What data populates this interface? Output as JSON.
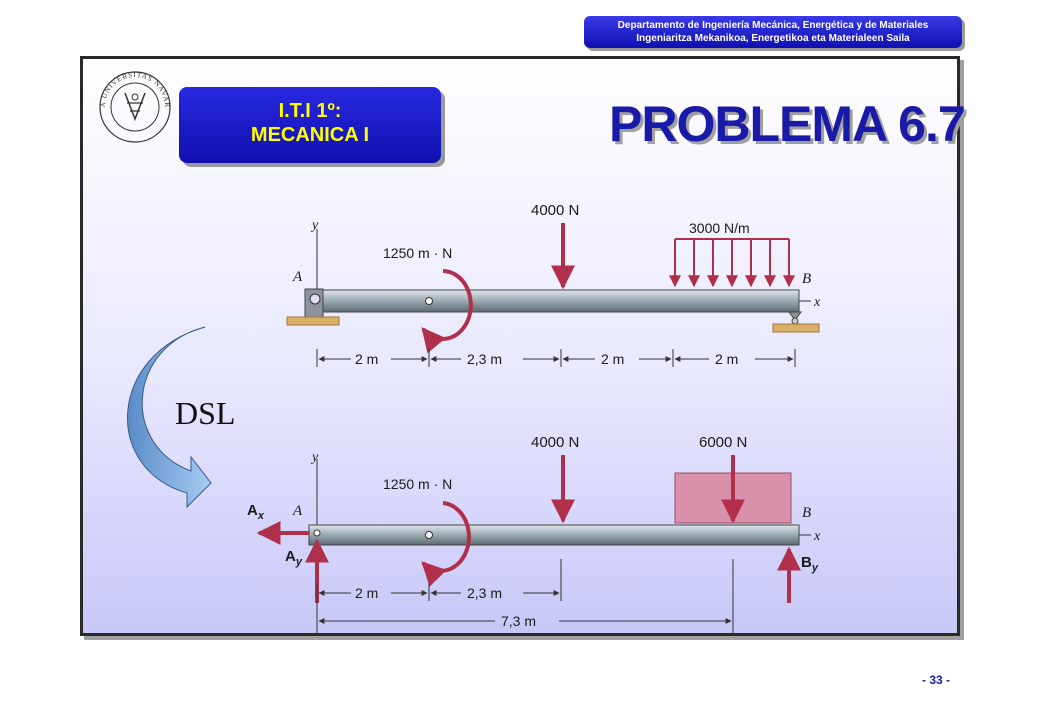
{
  "header": {
    "line1": "Departamento de Ingeniería Mecánica, Energética y de Materiales",
    "line2": "Ingeniaritza Mekanikoa, Energetikoa eta Materialeen Saila"
  },
  "seal": {
    "text": "PUBLICA UNIVERSITAS NAVARRENSIS"
  },
  "badge": {
    "line1": "I.T.I 1º:",
    "line2": "MECANICA I"
  },
  "title": "PROBLEMA 6.7",
  "top_diagram": {
    "axis_y": "y",
    "axis_x": "x",
    "point_a": "A",
    "point_b": "B",
    "moment": "1250 m · N",
    "point_force": "4000 N",
    "distributed_load": "3000 N/m",
    "dimensions": [
      "2 m",
      "2,3 m",
      "2 m",
      "2 m"
    ]
  },
  "dsl": "DSL",
  "bottom_diagram": {
    "axis_y": "y",
    "axis_x": "x",
    "point_a": "A",
    "point_b": "B",
    "moment": "1250 m · N",
    "point_force": "4000 N",
    "resultant_force": "6000 N",
    "reaction_ax": "A",
    "reaction_ax_sub": "x",
    "reaction_ay": "A",
    "reaction_ay_sub": "y",
    "reaction_by": "B",
    "reaction_by_sub": "y",
    "dimensions": [
      "2 m",
      "2,3 m"
    ],
    "total_dimension": "7,3 m"
  },
  "page_number": "- 33 -",
  "colors": {
    "accent_blue": "#1a1aa8",
    "badge_text": "#ffff00",
    "force_arrow": "#b0304c",
    "beam": "#9aa8b0",
    "load_block": "#d87890"
  }
}
